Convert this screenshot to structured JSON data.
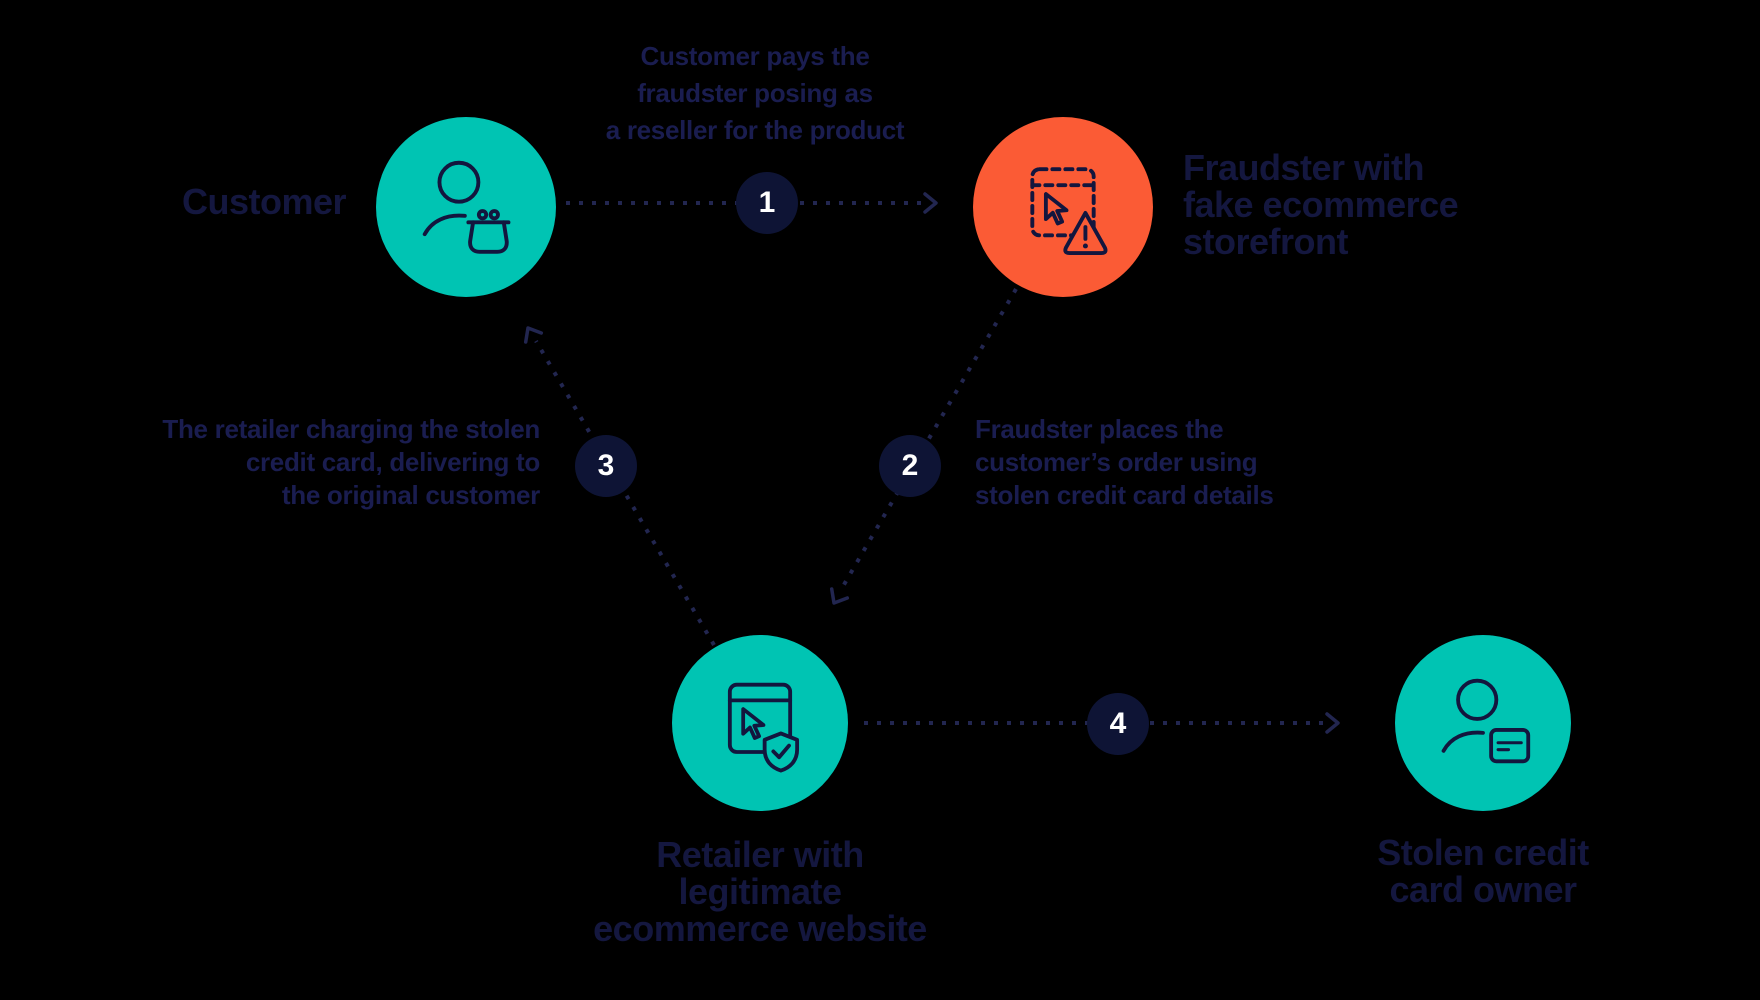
{
  "diagram": {
    "background_color": "#000000",
    "colors": {
      "node_teal": "#00C4B3",
      "node_orange": "#FB5B35",
      "text_navy": "#1A1D50",
      "badge_background": "#0E1435",
      "badge_number_color": "#FFFFFF",
      "connector_color": "#222650",
      "icon_stroke": "#13163E"
    },
    "nodes": {
      "customer": {
        "label_lines": [
          "Customer"
        ],
        "icon": "person-coin-purse-icon"
      },
      "fraudster": {
        "label_lines": [
          "Fraudster with",
          "fake ecommerce",
          "storefront"
        ],
        "icon": "dashed-storefront-warning-icon"
      },
      "retailer": {
        "label_lines": [
          "Retailer with",
          "legitimate",
          "ecommerce website"
        ],
        "icon": "browser-shield-check-icon"
      },
      "card_owner": {
        "label_lines": [
          "Stolen credit",
          "card owner"
        ],
        "icon": "person-credit-card-icon"
      }
    },
    "steps": {
      "step1": {
        "number": "1",
        "lines": [
          "Customer pays the",
          "fraudster posing as",
          "a reseller for the product"
        ]
      },
      "step2": {
        "number": "2",
        "lines": [
          "Fraudster places the",
          "customer’s order using",
          "stolen credit card details"
        ]
      },
      "step3": {
        "number": "3",
        "lines": [
          "The retailer charging the stolen",
          "credit card, delivering to",
          "the original customer"
        ]
      },
      "step4": {
        "number": "4",
        "lines": []
      }
    }
  }
}
